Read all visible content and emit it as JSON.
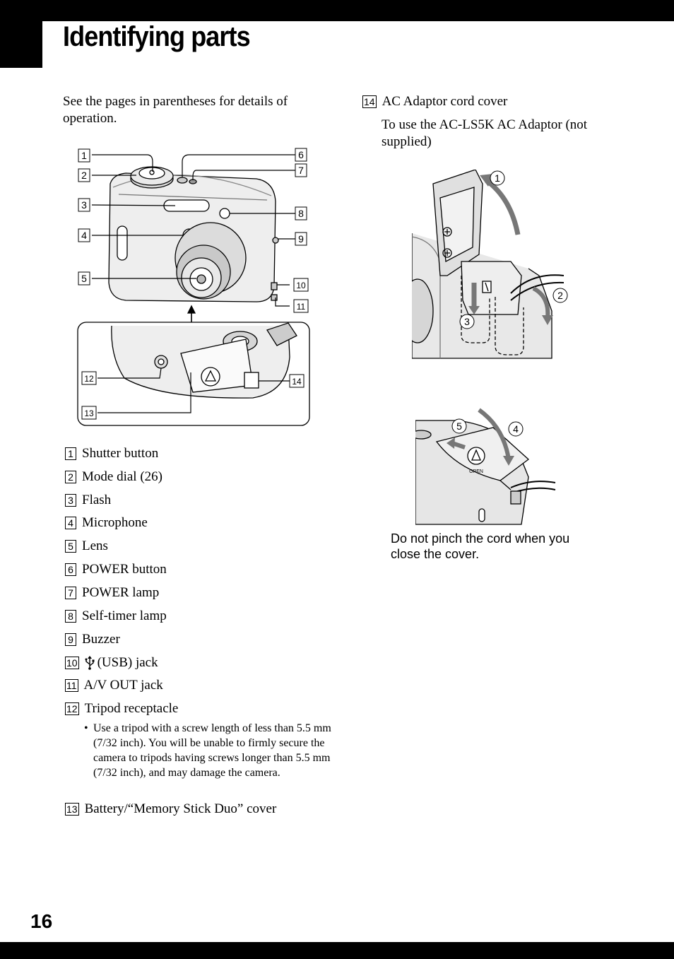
{
  "page": {
    "title": "Identifying parts",
    "page_number": "16",
    "intro": "See the pages in parentheses for details of operation."
  },
  "front_figure": {
    "callouts": [
      "1",
      "2",
      "3",
      "4",
      "5",
      "6",
      "7",
      "8",
      "9",
      "10",
      "11",
      "12",
      "13",
      "14"
    ]
  },
  "parts": [
    {
      "num": "1",
      "label": "Shutter button"
    },
    {
      "num": "2",
      "label": "Mode dial (26)"
    },
    {
      "num": "3",
      "label": "Flash"
    },
    {
      "num": "4",
      "label": "Microphone"
    },
    {
      "num": "5",
      "label": "Lens"
    },
    {
      "num": "6",
      "label": "POWER button"
    },
    {
      "num": "7",
      "label": "POWER lamp"
    },
    {
      "num": "8",
      "label": "Self-timer lamp"
    },
    {
      "num": "9",
      "label": "Buzzer"
    },
    {
      "num": "10",
      "label": "(USB) jack",
      "icon": "usb-icon"
    },
    {
      "num": "11",
      "label": "A/V OUT jack"
    },
    {
      "num": "12",
      "label": "Tripod receptacle"
    },
    {
      "num": "13",
      "label": "Battery/“Memory Stick Duo” cover"
    }
  ],
  "tripod_note": "Use a tripod with a screw length of less than 5.5 mm (7/32 inch). You will be unable to firmly secure the camera to tripods having screws longer than 5.5 mm (7/32 inch), and may damage the camera.",
  "ac_section": {
    "num": "14",
    "heading": "AC Adaptor cord cover",
    "text": "To use the AC-LS5K AC Adaptor (not supplied)",
    "steps": [
      "1",
      "2",
      "3",
      "4",
      "5"
    ],
    "cover_label": "OPEN",
    "caption": "Do not pinch the cord when you close the cover."
  }
}
